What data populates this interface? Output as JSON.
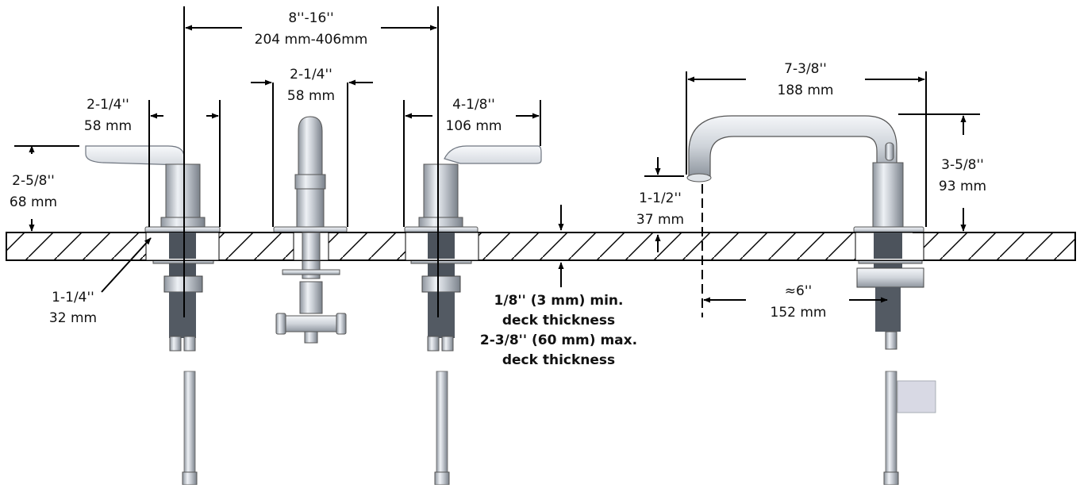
{
  "colors": {
    "line": "#000000",
    "metal_light": "#e9edf2",
    "metal_mid": "#b9bfc8",
    "metal_dark": "#6f7680",
    "thread": "#4c535c",
    "deck_fill": "#ffffff"
  },
  "dimensions": {
    "center_spread": {
      "inch": "8''-16''",
      "mm": "204 mm-406mm"
    },
    "left_handle_width": {
      "inch": "2-1/4''",
      "mm": "58 mm"
    },
    "center_valve_width": {
      "inch": "2-1/4''",
      "mm": "58 mm"
    },
    "right_handle_reach": {
      "inch": "4-1/8''",
      "mm": "106 mm"
    },
    "handle_height": {
      "inch": "2-5/8''",
      "mm": "68 mm"
    },
    "shank_diameter": {
      "inch": "1-1/4''",
      "mm": "32 mm"
    },
    "spout_reach": {
      "inch": "7-3/8''",
      "mm": "188 mm"
    },
    "spout_height": {
      "inch": "3-5/8''",
      "mm": "93 mm"
    },
    "spout_outlet_height": {
      "inch": "1-1/2''",
      "mm": "37 mm"
    },
    "spout_offset": {
      "inch": "≈6''",
      "mm": "152 mm"
    }
  },
  "deck_note": {
    "min_line1": "1/8'' (3 mm) min.",
    "min_line2": "deck thickness",
    "max_line1": "2-3/8'' (60 mm) max.",
    "max_line2": "deck thickness"
  }
}
